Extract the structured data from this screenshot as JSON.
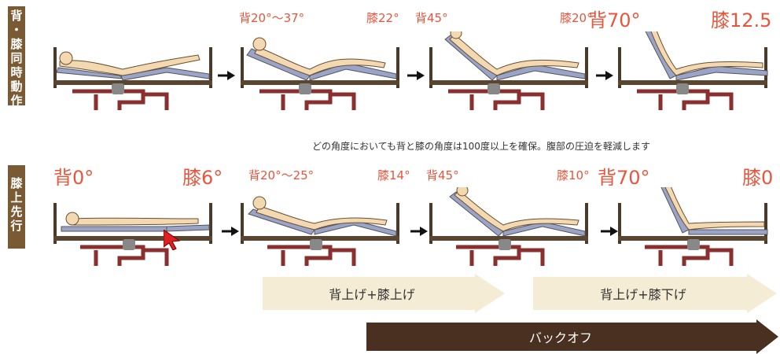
{
  "rows": [
    {
      "side_label": [
        "背",
        "・",
        "膝",
        "同",
        "時",
        "動",
        "作"
      ],
      "angles": [
        "背20°〜37°",
        "膝22°",
        "背45°",
        "膝20°",
        "背70°",
        "膝12.5"
      ]
    },
    {
      "side_label": [
        "膝",
        "上",
        "先",
        "行"
      ],
      "angles": [
        "背0°",
        "膝6°",
        "背20°〜25°",
        "膝14°",
        "背45°",
        "膝10°",
        "背70°",
        "膝0"
      ]
    }
  ],
  "note": "どの角度においても背と膝の角度は100度以上を確保。腹部の圧迫を軽減します",
  "phases": [
    "背上げ+膝上げ",
    "背上げ+膝下げ"
  ],
  "backoff": "バックオフ",
  "colors": {
    "accent": "#e8553c",
    "label_bg": "#7a5a32",
    "mattress": "#9aa3c8",
    "frame": "#4a3a2a",
    "base": "#8b2e2e",
    "phase_fill": "#f5ecd6",
    "backoff_fill": "#4a3020"
  }
}
